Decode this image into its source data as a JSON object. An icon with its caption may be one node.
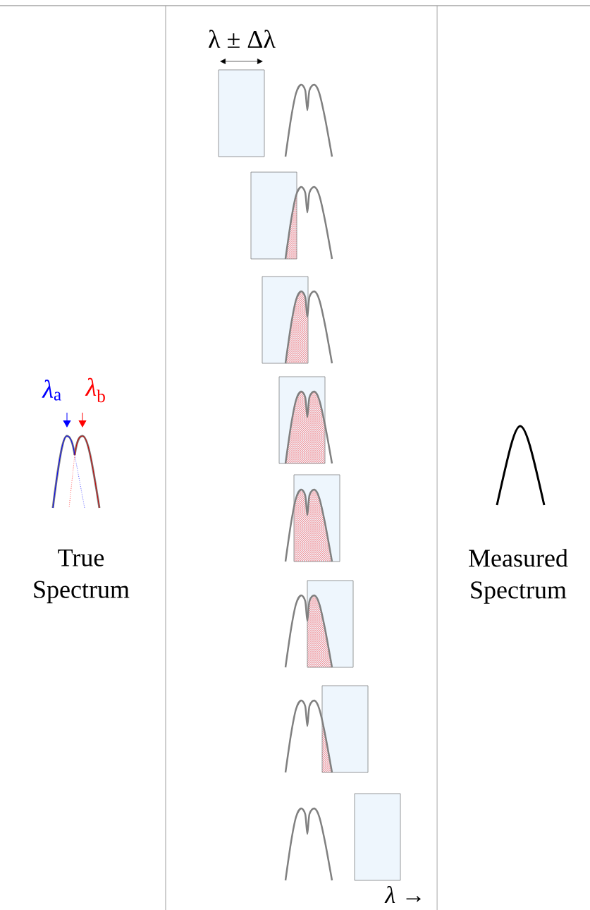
{
  "diagram": {
    "labels": [
      "λ ± Δλ",
      "*λ*$_{a}$",
      "*λ*$_{b}$",
      "True Spectrum",
      "Measured Spectrum",
      "*λ* →"
    ]
  }
}
